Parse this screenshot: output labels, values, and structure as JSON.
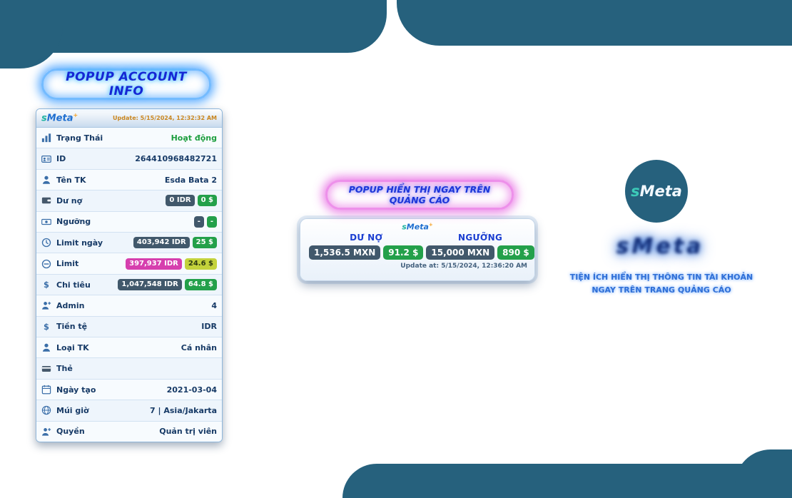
{
  "decor": {
    "top_pill_text": "POPUP ACCOUNT INFO",
    "mid_pill_text": "POPUP HIỂN THỊ NGAY TRÊN QUẢNG CÁO"
  },
  "panel": {
    "logo_s": "s",
    "logo_meta": "Meta",
    "logo_plus": "+",
    "update_text": "Update: 5/15/2024, 12:32:32 AM",
    "rows": [
      {
        "icon": "status-chart-icon",
        "label": "Trạng Thái",
        "value": "Hoạt động"
      },
      {
        "icon": "id-card-icon",
        "label": "ID",
        "value": "264410968482721"
      },
      {
        "icon": "user-icon",
        "label": "Tên TK",
        "value": "Esda Bata 2"
      },
      {
        "icon": "wallet-icon",
        "label": "Dư nợ",
        "badges": [
          {
            "text": "0 IDR",
            "style": "dark"
          },
          {
            "text": "0 $",
            "style": "green"
          }
        ]
      },
      {
        "icon": "banknote-icon",
        "label": "Ngưỡng",
        "badges": [
          {
            "text": "-",
            "style": "dark"
          },
          {
            "text": "-",
            "style": "green"
          }
        ]
      },
      {
        "icon": "clock-icon",
        "label": "Limit ngày",
        "badges": [
          {
            "text": "403,942 IDR",
            "style": "dark"
          },
          {
            "text": "25 $",
            "style": "green"
          }
        ]
      },
      {
        "icon": "limit-icon",
        "label": "Limit",
        "badges": [
          {
            "text": "397,937 IDR",
            "style": "magenta"
          },
          {
            "text": "24.6 $",
            "style": "yellow"
          }
        ]
      },
      {
        "icon": "spend-dollar-icon",
        "label": "Chi tiêu",
        "badges": [
          {
            "text": "1,047,548 IDR",
            "style": "dark"
          },
          {
            "text": "64.8 $",
            "style": "green"
          }
        ]
      },
      {
        "icon": "admin-icon",
        "label": "Admin",
        "value": "4"
      },
      {
        "icon": "currency-dollar-icon",
        "label": "Tiền tệ",
        "value": "IDR"
      },
      {
        "icon": "account-type-icon",
        "label": "Loại TK",
        "value": "Cá nhân"
      },
      {
        "icon": "card-icon",
        "label": "Thẻ",
        "value": ""
      },
      {
        "icon": "calendar-icon",
        "label": "Ngày tạo",
        "value": "2021-03-04"
      },
      {
        "icon": "timezone-globe-icon",
        "label": "Múi giờ",
        "value": "7 | Asia/Jakarta"
      },
      {
        "icon": "role-icon",
        "label": "Quyền",
        "value": "Quản trị viên"
      }
    ]
  },
  "popup": {
    "logo_s": "s",
    "logo_meta": "Meta",
    "logo_plus": "+",
    "columns": [
      {
        "header": "DƯ NỢ",
        "badges": [
          {
            "text": "1,536.5 MXN",
            "style": "dark"
          },
          {
            "text": "91.2 $",
            "style": "green"
          }
        ]
      },
      {
        "header": "NGƯỠNG",
        "badges": [
          {
            "text": "15,000 MXN",
            "style": "dark"
          },
          {
            "text": "890 $",
            "style": "green"
          }
        ]
      }
    ],
    "update_text": "Update at: 5/15/2024, 12:36:20 AM"
  },
  "brand": {
    "logo_s": "s",
    "logo_meta": "Meta",
    "title": "sMeta",
    "tagline_line1": "TIỆN ÍCH HIỂN THỊ THÔNG TIN TÀI KHOẢN",
    "tagline_line2": "NGAY TRÊN TRANG QUẢNG CÁO"
  },
  "colors": {
    "blob": "#26617d",
    "badge_dark": "#41586b",
    "badge_green": "#23a04a",
    "badge_magenta": "#d63fae",
    "badge_yellow": "#c3d23b",
    "logo_teal": "#21b3a2",
    "logo_blue": "#1f6fd0",
    "status_green": "#1d9e3f"
  }
}
